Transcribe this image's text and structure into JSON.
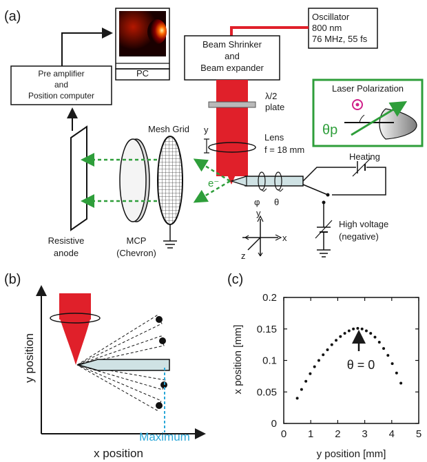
{
  "panel_a": {
    "label": "(a)",
    "oscillator": {
      "line1": "Oscillator",
      "line2": "800 nm",
      "line3": "76 MHz, 55 fs"
    },
    "beam_box": {
      "line1": "Beam Shrinker",
      "line2": "and",
      "line3": "Beam expander"
    },
    "pc_label": "PC",
    "preamp": {
      "line1": "Pre amplifier",
      "line2": "and",
      "line3": "Position computer"
    },
    "half_wave": {
      "line1": "λ/2",
      "line2": "plate"
    },
    "lens": {
      "line1": "Lens",
      "line2": "f = 18 mm"
    },
    "polarization": {
      "title": "Laser Polarization",
      "theta_p": "θp"
    },
    "mesh_grid": "Mesh Grid",
    "electron": "e⁻",
    "heating": "Heating",
    "high_voltage": {
      "line1": "High voltage",
      "line2": "(negative)"
    },
    "resistive_anode": {
      "line1": "Resistive",
      "line2": "anode"
    },
    "mcp": {
      "line1": "MCP",
      "line2": "(Chevron)"
    },
    "phi": "φ",
    "theta": "θ",
    "axis_y_small": "y",
    "axes": {
      "y": "y",
      "x": "x",
      "z": "z"
    }
  },
  "panel_b": {
    "label": "(b)",
    "ylabel": "y position",
    "xlabel": "x position",
    "maximum": "Maximum"
  },
  "panel_c": {
    "label": "(c)",
    "annotation": "θ = 0",
    "chart_data": {
      "type": "scatter",
      "xlabel": "y position [mm]",
      "ylabel": "x position [mm]",
      "xlim": [
        0,
        5
      ],
      "ylim": [
        0,
        0.2
      ],
      "xticks": [
        "0",
        "1",
        "2",
        "3",
        "4",
        "5"
      ],
      "yticks": [
        "0",
        "0.05",
        "0.1",
        "0.15",
        "0.2"
      ],
      "x": [
        0.5,
        0.66,
        0.82,
        0.98,
        1.14,
        1.3,
        1.46,
        1.62,
        1.78,
        1.94,
        2.1,
        2.26,
        2.42,
        2.58,
        2.74,
        2.9,
        3.06,
        3.22,
        3.38,
        3.54,
        3.7,
        3.86,
        4.02,
        4.18,
        4.34
      ],
      "y": [
        0.04,
        0.054,
        0.067,
        0.079,
        0.09,
        0.1,
        0.109,
        0.117,
        0.125,
        0.132,
        0.138,
        0.143,
        0.147,
        0.15,
        0.151,
        0.15,
        0.147,
        0.143,
        0.137,
        0.129,
        0.119,
        0.108,
        0.095,
        0.08,
        0.064
      ]
    }
  },
  "colors": {
    "laser_red": "#e0202a",
    "electron_green": "#2e9e3a",
    "maximum_blue": "#2aa7d8",
    "tip_fill": "#cfe2e4"
  }
}
